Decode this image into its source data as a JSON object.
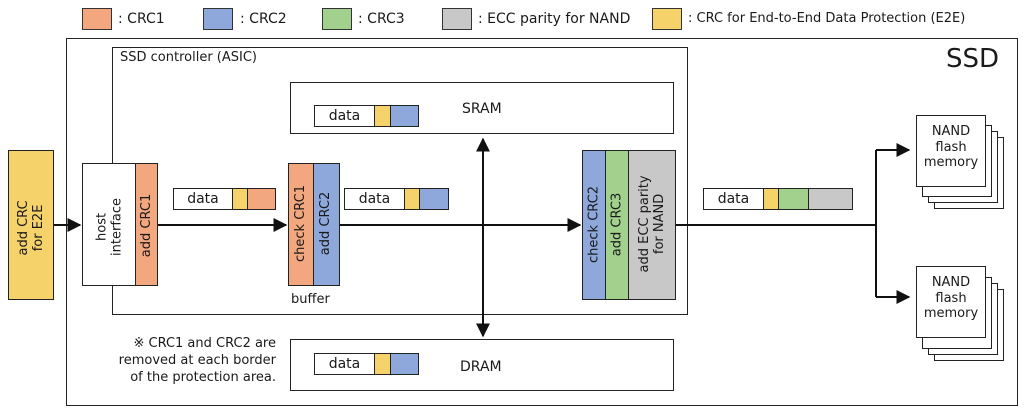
{
  "colors": {
    "crc1": "#f3a77e",
    "crc2": "#8ea8dc",
    "crc3": "#a2d18d",
    "ecc": "#c8c8c8",
    "e2e": "#f6d36a"
  },
  "legend": [
    {
      "key": "crc1",
      "label": ": CRC1"
    },
    {
      "key": "crc2",
      "label": ": CRC2"
    },
    {
      "key": "crc3",
      "label": ": CRC3"
    },
    {
      "key": "ecc",
      "label": ": ECC parity for NAND"
    },
    {
      "key": "e2e",
      "label": ": CRC for End-to-End Data Protection (E2E)"
    }
  ],
  "ssd": {
    "title": "SSD"
  },
  "controller": {
    "title": "SSD controller (ASIC)"
  },
  "host_block": {
    "text": "add CRC\nfor E2E"
  },
  "host_interface": {
    "text": "host\ninterface",
    "crc_text": "add CRC1"
  },
  "buffer": {
    "check_text": "check CRC1",
    "add_text": "add CRC2",
    "label": "buffer"
  },
  "nand_stage": {
    "check_text": "check CRC2",
    "add_text": "add CRC3",
    "ecc_text": "add ECC parity\nfor NAND"
  },
  "sram": {
    "label": "SRAM",
    "data_label": "data"
  },
  "dram": {
    "label": "DRAM",
    "data_label": "data"
  },
  "packets": {
    "p1": "data",
    "p2": "data",
    "p3": "data"
  },
  "nand": [
    {
      "text": "NAND\nflash\nmemory"
    },
    {
      "text": "NAND\nflash\nmemory"
    }
  ],
  "note": {
    "text": "※ CRC1 and CRC2 are\nremoved at each border\nof the protection area."
  }
}
